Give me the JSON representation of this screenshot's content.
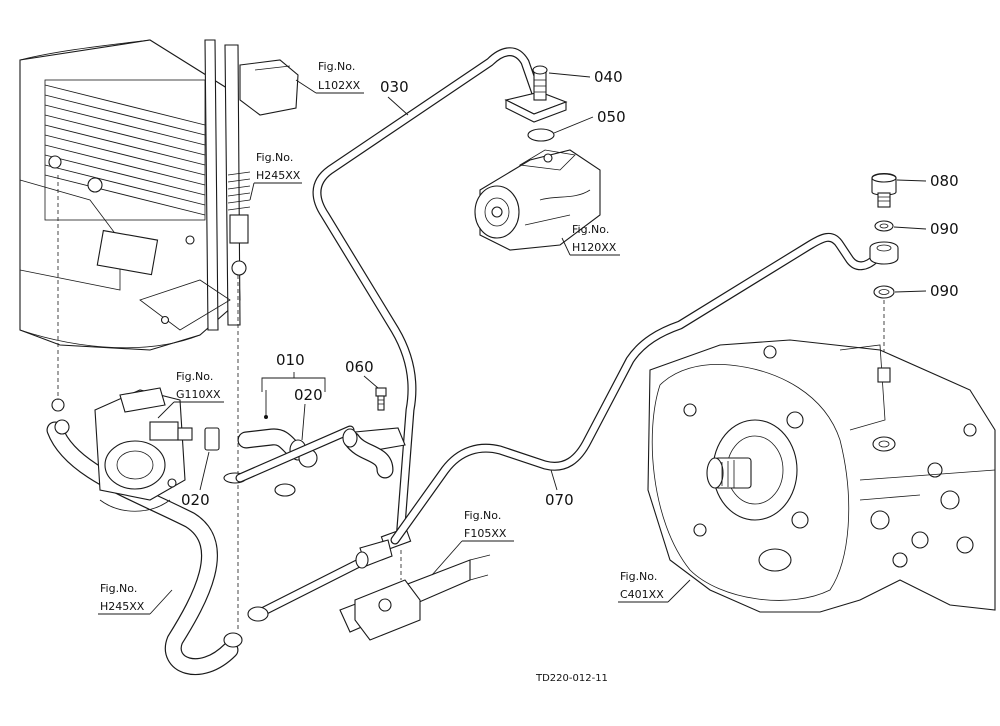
{
  "drawing_code": "TD220-012-11",
  "part_numbers": {
    "p010": "010",
    "p020a": "020",
    "p020b": "020",
    "p030": "030",
    "p040": "040",
    "p050": "050",
    "p060": "060",
    "p070": "070",
    "p080": "080",
    "p090a": "090",
    "p090b": "090"
  },
  "figure_refs": {
    "l102": {
      "prefix": "Fig.No.",
      "code": "L102XX"
    },
    "h245_top": {
      "prefix": "Fig.No.",
      "code": "H245XX"
    },
    "h120": {
      "prefix": "Fig.No.",
      "code": "H120XX"
    },
    "g110": {
      "prefix": "Fig.No.",
      "code": "G110XX"
    },
    "f105": {
      "prefix": "Fig.No.",
      "code": "F105XX"
    },
    "h245_bottom": {
      "prefix": "Fig.No.",
      "code": "H245XX"
    },
    "c401": {
      "prefix": "Fig.No.",
      "code": "C401XX"
    }
  }
}
